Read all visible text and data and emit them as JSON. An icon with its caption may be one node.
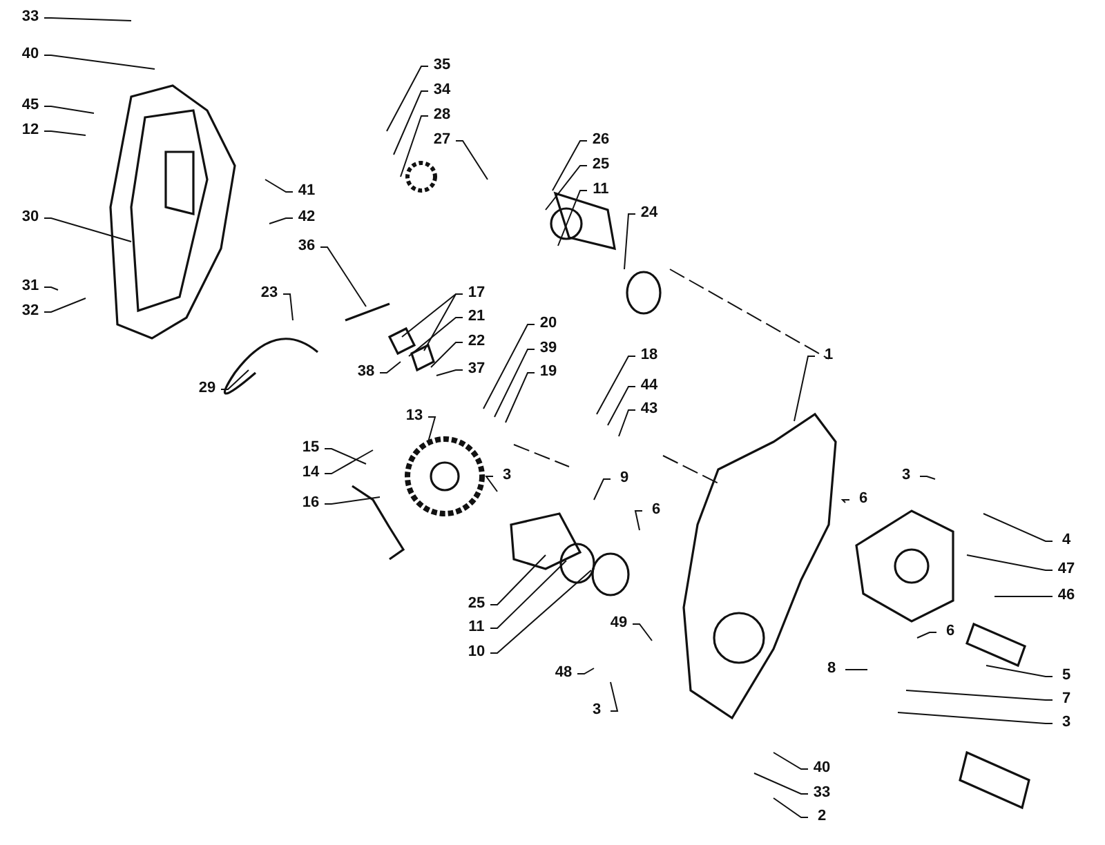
{
  "diagram": {
    "nodes": [
      {
        "text": [
          "33"
        ]
      },
      {
        "text": [
          "40"
        ]
      },
      {
        "text": [
          "45"
        ]
      },
      {
        "text": [
          "12"
        ]
      },
      {
        "text": [
          "30"
        ]
      },
      {
        "text": [
          "31"
        ]
      },
      {
        "text": [
          "32"
        ]
      },
      {
        "text": [
          "35"
        ]
      },
      {
        "text": [
          "34"
        ]
      },
      {
        "text": [
          "28"
        ]
      },
      {
        "text": [
          "27"
        ]
      },
      {
        "text": [
          "26"
        ]
      },
      {
        "text": [
          "25"
        ]
      },
      {
        "text": [
          "11"
        ]
      },
      {
        "text": [
          "24"
        ]
      },
      {
        "text": [
          "41"
        ]
      },
      {
        "text": [
          "42"
        ]
      },
      {
        "text": [
          "36"
        ]
      },
      {
        "text": [
          "23"
        ]
      },
      {
        "text": [
          "17"
        ]
      },
      {
        "text": [
          "21"
        ]
      },
      {
        "text": [
          "22"
        ]
      },
      {
        "text": [
          "38"
        ]
      },
      {
        "text": [
          "37"
        ]
      },
      {
        "text": [
          "29"
        ]
      },
      {
        "text": [
          "20"
        ]
      },
      {
        "text": [
          "39"
        ]
      },
      {
        "text": [
          "19"
        ]
      },
      {
        "text": [
          "18"
        ]
      },
      {
        "text": [
          "44"
        ]
      },
      {
        "text": [
          "43"
        ]
      },
      {
        "text": [
          "1"
        ]
      },
      {
        "text": [
          "13"
        ]
      },
      {
        "text": [
          "15"
        ]
      },
      {
        "text": [
          "14"
        ]
      },
      {
        "text": [
          "16"
        ]
      },
      {
        "text": [
          "3"
        ]
      },
      {
        "text": [
          "9"
        ]
      },
      {
        "text": [
          "6"
        ]
      },
      {
        "text": [
          "6"
        ]
      },
      {
        "text": [
          "3"
        ]
      },
      {
        "text": [
          "4"
        ]
      },
      {
        "text": [
          "47"
        ]
      },
      {
        "text": [
          "46"
        ]
      },
      {
        "text": [
          "25"
        ]
      },
      {
        "text": [
          "11"
        ]
      },
      {
        "text": [
          "10"
        ]
      },
      {
        "text": [
          "49"
        ]
      },
      {
        "text": [
          "48"
        ]
      },
      {
        "text": [
          "3"
        ]
      },
      {
        "text": [
          "8"
        ]
      },
      {
        "text": [
          "6"
        ]
      },
      {
        "text": [
          "5"
        ]
      },
      {
        "text": [
          "7"
        ]
      },
      {
        "text": [
          "3"
        ]
      },
      {
        "text": [
          "40"
        ]
      },
      {
        "text": [
          "33"
        ]
      },
      {
        "text": [
          "2"
        ]
      }
    ],
    "edges": [
      {
        "from": 0,
        "to": null,
        "arrow": "none"
      },
      {
        "from": 1,
        "to": null,
        "arrow": "none"
      },
      {
        "from": 2,
        "to": null,
        "arrow": "none"
      },
      {
        "from": 3,
        "to": null,
        "arrow": "none"
      },
      {
        "from": 4,
        "to": null,
        "arrow": "none"
      },
      {
        "from": 5,
        "to": null,
        "arrow": "none"
      },
      {
        "from": 6,
        "to": null,
        "arrow": "none"
      },
      {
        "from": 7,
        "to": null,
        "arrow": "none"
      },
      {
        "from": 8,
        "to": null,
        "arrow": "none"
      },
      {
        "from": 9,
        "to": null,
        "arrow": "none"
      },
      {
        "from": 10,
        "to": null,
        "arrow": "none"
      },
      {
        "from": 11,
        "to": null,
        "arrow": "none"
      },
      {
        "from": 12,
        "to": null,
        "arrow": "none"
      },
      {
        "from": 13,
        "to": null,
        "arrow": "none"
      },
      {
        "from": 14,
        "to": null,
        "arrow": "none"
      },
      {
        "from": 15,
        "to": null,
        "arrow": "none"
      },
      {
        "from": 16,
        "to": null,
        "arrow": "none"
      },
      {
        "from": 17,
        "to": null,
        "arrow": "none"
      },
      {
        "from": 18,
        "to": null,
        "arrow": "none"
      },
      {
        "from": 19,
        "to": null,
        "arrow": "none"
      },
      {
        "from": 19,
        "to": null,
        "arrow": "none"
      },
      {
        "from": 20,
        "to": null,
        "arrow": "none"
      },
      {
        "from": 21,
        "to": null,
        "arrow": "none"
      },
      {
        "from": 22,
        "to": null,
        "arrow": "none"
      },
      {
        "from": 23,
        "to": null,
        "arrow": "none"
      },
      {
        "from": 24,
        "to": null,
        "arrow": "none"
      },
      {
        "from": 25,
        "to": null,
        "arrow": "none"
      },
      {
        "from": 26,
        "to": null,
        "arrow": "none"
      },
      {
        "from": 27,
        "to": null,
        "arrow": "none"
      },
      {
        "from": 28,
        "to": null,
        "arrow": "none"
      },
      {
        "from": 29,
        "to": null,
        "arrow": "none"
      },
      {
        "from": 30,
        "to": null,
        "arrow": "none"
      },
      {
        "from": 31,
        "to": null,
        "arrow": "none"
      },
      {
        "from": 32,
        "to": null,
        "arrow": "none"
      },
      {
        "from": 33,
        "to": null,
        "arrow": "none"
      },
      {
        "from": 34,
        "to": null,
        "arrow": "none"
      },
      {
        "from": 35,
        "to": null,
        "arrow": "none"
      },
      {
        "from": 36,
        "to": null,
        "arrow": "none"
      },
      {
        "from": 37,
        "to": null,
        "arrow": "none"
      },
      {
        "from": 38,
        "to": null,
        "arrow": "none"
      },
      {
        "from": 39,
        "to": null,
        "arrow": "none"
      },
      {
        "from": 40,
        "to": null,
        "arrow": "none"
      },
      {
        "from": 41,
        "to": null,
        "arrow": "none"
      },
      {
        "from": 42,
        "to": null,
        "arrow": "none"
      },
      {
        "from": 43,
        "to": null,
        "arrow": "none"
      },
      {
        "from": 44,
        "to": null,
        "arrow": "none"
      },
      {
        "from": 45,
        "to": null,
        "arrow": "none"
      },
      {
        "from": 46,
        "to": null,
        "arrow": "none"
      },
      {
        "from": 47,
        "to": null,
        "arrow": "none"
      },
      {
        "from": 48,
        "to": null,
        "arrow": "none"
      },
      {
        "from": 49,
        "to": null,
        "arrow": "none"
      },
      {
        "from": 50,
        "to": null,
        "arrow": "none"
      },
      {
        "from": 51,
        "to": null,
        "arrow": "none"
      },
      {
        "from": 52,
        "to": null,
        "arrow": "none"
      },
      {
        "from": 53,
        "to": null,
        "arrow": "none"
      },
      {
        "from": 54,
        "to": null,
        "arrow": "none"
      },
      {
        "from": 55,
        "to": null,
        "arrow": "none"
      },
      {
        "from": 56,
        "to": null,
        "arrow": "none"
      },
      {
        "from": 57,
        "to": null,
        "arrow": "none"
      }
    ]
  }
}
